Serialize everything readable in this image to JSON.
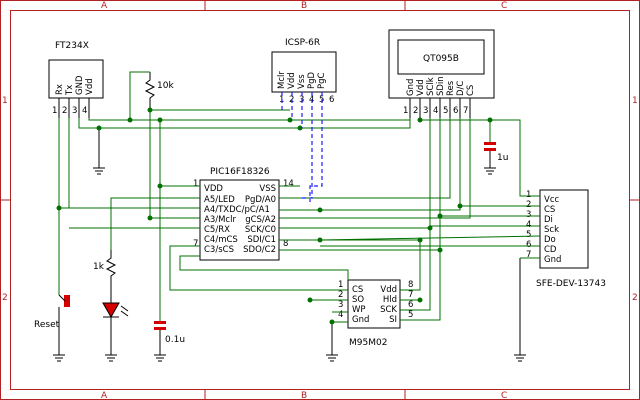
{
  "frame": {
    "columns": [
      "A",
      "B",
      "C"
    ],
    "rows": [
      "1",
      "2"
    ]
  },
  "components": {
    "ft234x": {
      "name": "FT234X",
      "pins": [
        "Rx",
        "Tx",
        "GND",
        "Vdd"
      ],
      "pin_numbers": [
        "1",
        "2",
        "3",
        "4"
      ]
    },
    "icsp": {
      "name": "ICSP-6R",
      "pins": [
        "Mclr",
        "Vdd",
        "Vss",
        "PgD",
        "PgC"
      ],
      "pin_numbers": [
        "1",
        "2",
        "3",
        "4",
        "5",
        "6"
      ]
    },
    "qt095b": {
      "name": "QT095B",
      "pins": [
        "Gnd",
        "Vdd",
        "SClk",
        "SDin",
        "Res",
        "D/C",
        "CS"
      ],
      "pin_numbers": [
        "1",
        "2",
        "3",
        "4",
        "5",
        "6",
        "7"
      ]
    },
    "pic": {
      "name": "PIC16F18326",
      "left_pins": [
        "VDD",
        "A5/LED",
        "A4/TXDC/pC/A1",
        "A3/Mclr",
        "C5/RX",
        "C4/mCS",
        "C3/sCS"
      ],
      "right_pins": [
        "VSS",
        "PgD/A0",
        "gCS/A2",
        "SCK/C0",
        "SDI/C1",
        "SDO/C2"
      ],
      "pin_left_numbers": [
        "1",
        "7"
      ],
      "pin_right_numbers": [
        "14",
        "8"
      ]
    },
    "sfe": {
      "name": "SFE-DEV-13743",
      "pins": [
        "Vcc",
        "CS",
        "Di",
        "Sck",
        "Do",
        "CD",
        "Gnd"
      ],
      "pin_numbers": [
        "1",
        "2",
        "3",
        "4",
        "5",
        "6",
        "7"
      ]
    },
    "m95": {
      "name": "M95M02",
      "left_pins": [
        "CS",
        "SO",
        "WP",
        "Gnd"
      ],
      "right_pins": [
        "Vdd",
        "Hld",
        "SCK",
        "SI"
      ],
      "left_numbers": [
        "1",
        "2",
        "3",
        "4"
      ],
      "right_numbers": [
        "8",
        "7",
        "6",
        "5"
      ]
    },
    "r_pullup": {
      "value": "10k"
    },
    "r_led": {
      "value": "1k"
    },
    "c_qt": {
      "value": "1u"
    },
    "c_pic": {
      "value": "0.1u"
    },
    "reset": {
      "name": "Reset"
    }
  }
}
